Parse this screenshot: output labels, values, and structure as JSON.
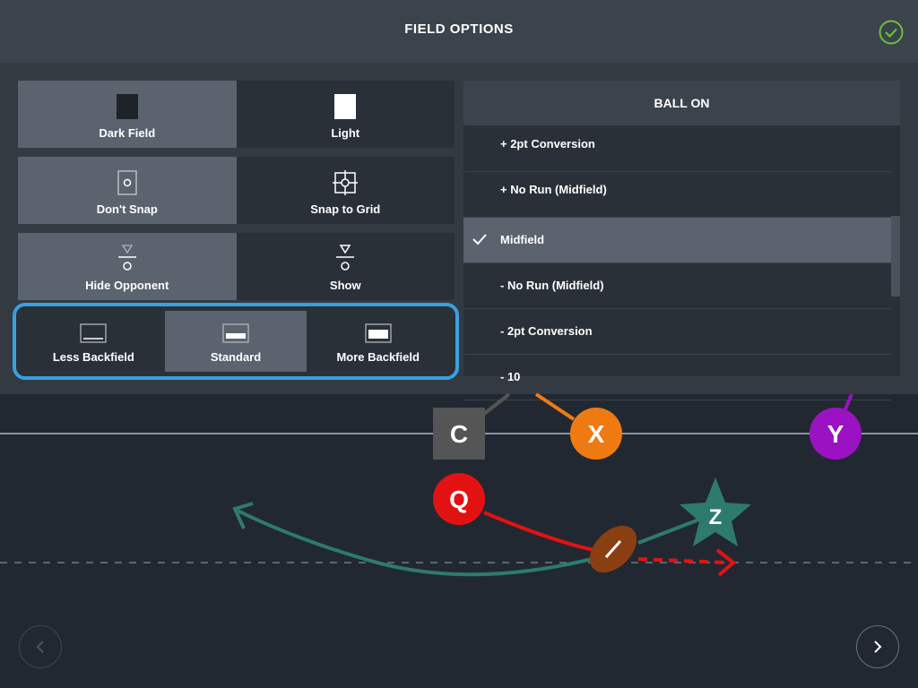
{
  "header": {
    "title": "FIELD OPTIONS"
  },
  "field_color": {
    "options": [
      "Dark Field",
      "Light"
    ],
    "selected": 0
  },
  "snap": {
    "options": [
      "Don't Snap",
      "Snap to Grid"
    ],
    "selected": 0
  },
  "opponent": {
    "options": [
      "Hide Opponent",
      "Show"
    ],
    "selected": 0
  },
  "backfield": {
    "options": [
      "Less Backfield",
      "Standard",
      "More Backfield"
    ],
    "selected": 1
  },
  "ball_on": {
    "title": "BALL ON",
    "items": [
      "+ 2pt Conversion",
      "+ No Run (Midfield)",
      "Midfield",
      "- No Run (Midfield)",
      "- 2pt Conversion",
      "- 10"
    ],
    "selected": 2
  },
  "players": {
    "c": "C",
    "x": "X",
    "y": "Y",
    "q": "Q",
    "z": "Z"
  },
  "colors": {
    "accent": "#3aa0de",
    "done": "#6abf3b",
    "c": "#555555",
    "x": "#f07a12",
    "y": "#9a12c2",
    "q": "#e31212",
    "z": "#2e7a6e",
    "ball": "#8a3f12"
  }
}
